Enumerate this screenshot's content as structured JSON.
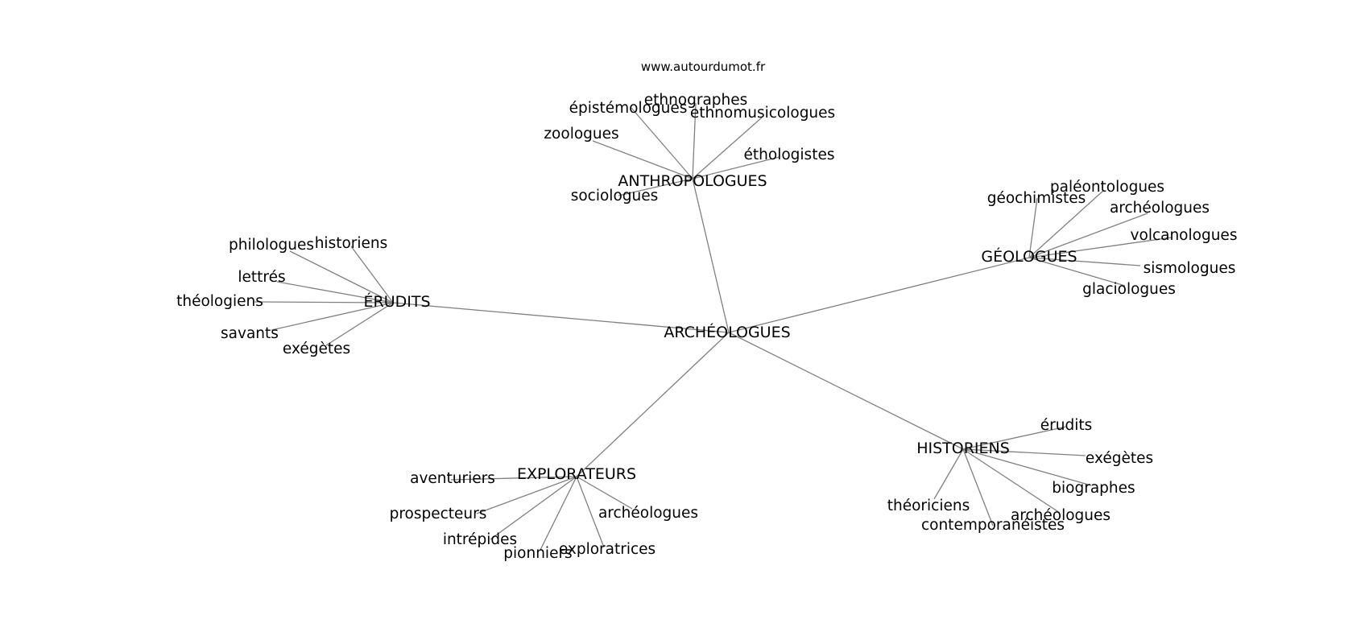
{
  "source": "www.autourdumot.fr",
  "center": "ARCHÉOLOGUES",
  "groups": [
    {
      "label": "ANTHROPOLOGUES",
      "words": [
        "épistémologues",
        "ethnographes",
        "ethnomusicologues",
        "zoologues",
        "éthologistes",
        "sociologues"
      ]
    },
    {
      "label": "GÉOLOGUES",
      "words": [
        "géochimistes",
        "paléontologues",
        "archéologues",
        "volcanologues",
        "sismologues",
        "glaciologues"
      ]
    },
    {
      "label": "ÉRUDITS",
      "words": [
        "philologues",
        "historiens",
        "lettrés",
        "théologiens",
        "savants",
        "exégètes"
      ]
    },
    {
      "label": "EXPLORATEURS",
      "words": [
        "aventuriers",
        "prospecteurs",
        "intrépides",
        "pionniers",
        "exploratrices",
        "archéologues"
      ]
    },
    {
      "label": "HISTORIENS",
      "words": [
        "érudits",
        "exégètes",
        "biographes",
        "archéologues",
        "contemporanéistes",
        "théoriciens"
      ]
    }
  ]
}
